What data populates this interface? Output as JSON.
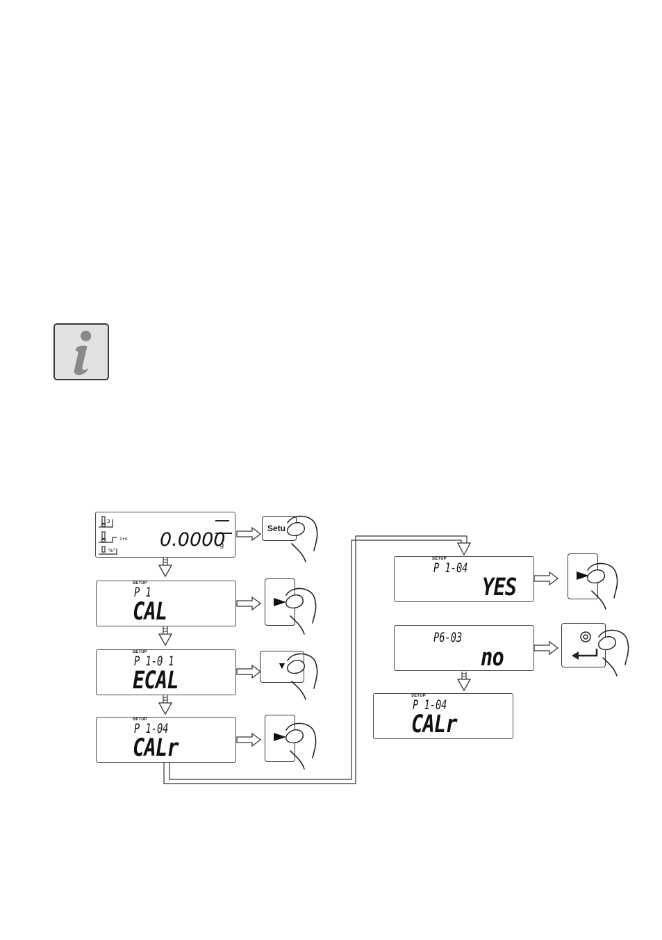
{
  "info_icon": "info-icon",
  "screen_main": {
    "weight": "0.0000",
    "unit": "g"
  },
  "screens": [
    {
      "setup": "SETUP",
      "code": "P 1",
      "value": "CAL"
    },
    {
      "setup": "SETUP",
      "code": "P 1-0 1",
      "value": "ECAL"
    },
    {
      "setup": "SETUP",
      "code": "P 1-04",
      "value": "CALr"
    },
    {
      "setup": "SETUP",
      "code": "P 1-04",
      "value": "YES"
    },
    {
      "setup": "",
      "code": "P6-03",
      "value": "no"
    },
    {
      "setup": "SETUP",
      "code": "P 1-04",
      "value": "CALr"
    }
  ],
  "keys": {
    "setup_label": "Setu",
    "down_symbol": "▼"
  },
  "colors": {
    "line": "#333333",
    "info_bg": "#e2e2e2",
    "info_glyph": "#8a8a8a"
  }
}
